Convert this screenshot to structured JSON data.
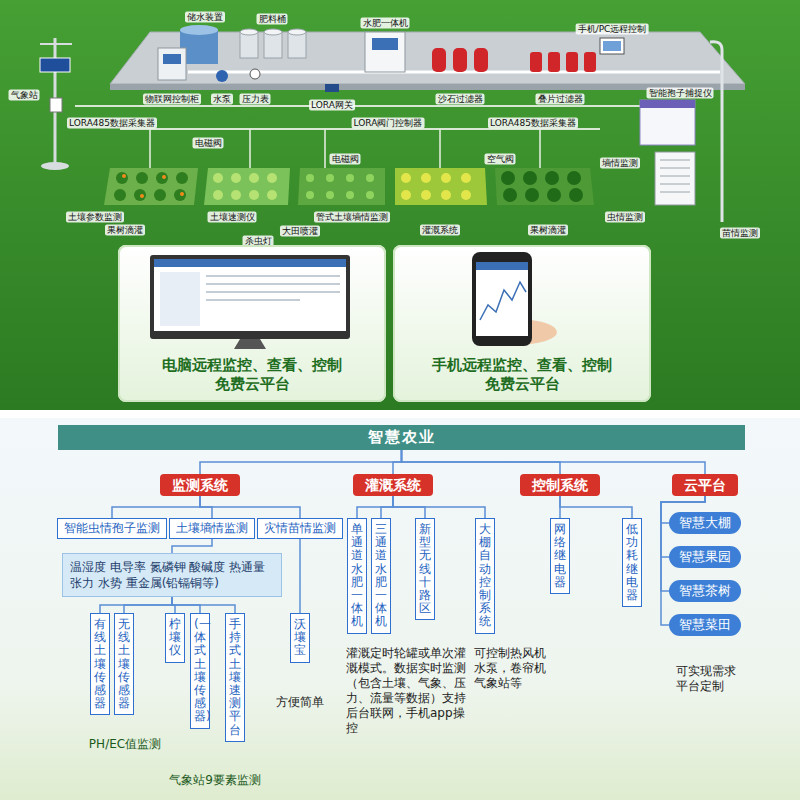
{
  "diagram": {
    "nodes": [
      {
        "text": [
          "电脑远程监控、查看、控制",
          "免费云平台"
        ]
      },
      {
        "text": [
          "手机远程监控、查看、控制",
          "免费云平台"
        ]
      },
      {
        "text": [
          "智慧农业"
        ]
      },
      {
        "text": [
          "监测系统"
        ]
      },
      {
        "text": [
          "灌溉系统"
        ]
      },
      {
        "text": [
          "控制系统"
        ]
      },
      {
        "text": [
          "云平台"
        ]
      },
      {
        "text": [
          "智能虫情孢子监测"
        ]
      },
      {
        "text": [
          "土壤墒情监测"
        ]
      },
      {
        "text": [
          "灾情苗情监测"
        ]
      },
      {
        "text": [
          "单通道水肥一体机"
        ]
      },
      {
        "text": [
          "三通道水肥一体机"
        ]
      },
      {
        "text": [
          "新型无线十路区"
        ]
      },
      {
        "text": [
          "大棚自动控制系统"
        ]
      },
      {
        "text": [
          "网络继电器"
        ]
      },
      {
        "text": [
          "低功耗继电器"
        ]
      },
      {
        "text": [
          "智慧大棚"
        ]
      },
      {
        "text": [
          "智慧果园"
        ]
      },
      {
        "text": [
          "智慧茶树"
        ]
      },
      {
        "text": [
          "智慧菜田"
        ]
      },
      {
        "text": [
          "温湿度 电导率 氮磷钾 酸碱度 热通量 张力 水势 重金属(铅镉铜等)"
        ]
      },
      {
        "text": [
          "有线土壤传感器"
        ]
      },
      {
        "text": [
          "无线土壤传感器"
        ]
      },
      {
        "text": [
          "柠壤仪"
        ]
      },
      {
        "text": [
          "(一体式土壤传感器)"
        ]
      },
      {
        "text": [
          "手持式土壤速测平台"
        ]
      },
      {
        "text": [
          "沃壤宝"
        ]
      }
    ],
    "edges": [
      {
        "from": 2,
        "to": 3,
        "arrow": "none"
      },
      {
        "from": 2,
        "to": 4,
        "arrow": "none"
      },
      {
        "from": 2,
        "to": 5,
        "arrow": "none"
      },
      {
        "from": 2,
        "to": 6,
        "arrow": "none"
      },
      {
        "from": 3,
        "to": 7,
        "arrow": "none"
      },
      {
        "from": 3,
        "to": 8,
        "arrow": "none"
      },
      {
        "from": 3,
        "to": 9,
        "arrow": "none"
      },
      {
        "from": 4,
        "to": 10,
        "arrow": "none"
      },
      {
        "from": 4,
        "to": 11,
        "arrow": "none"
      },
      {
        "from": 4,
        "to": 12,
        "arrow": "none"
      },
      {
        "from": 4,
        "to": 13,
        "arrow": "none"
      },
      {
        "from": 5,
        "to": 14,
        "arrow": "none"
      },
      {
        "from": 5,
        "to": 15,
        "arrow": "none"
      },
      {
        "from": 6,
        "to": 16,
        "arrow": "none"
      },
      {
        "from": 6,
        "to": 17,
        "arrow": "none"
      },
      {
        "from": 6,
        "to": 18,
        "arrow": "none"
      },
      {
        "from": 6,
        "to": 19,
        "arrow": "none"
      },
      {
        "from": 8,
        "to": 20,
        "arrow": "none"
      },
      {
        "from": 20,
        "to": 21,
        "arrow": "none"
      },
      {
        "from": 20,
        "to": 22,
        "arrow": "none"
      },
      {
        "from": 20,
        "to": 23,
        "arrow": "none"
      },
      {
        "from": 20,
        "to": 24,
        "arrow": "none"
      },
      {
        "from": 20,
        "to": 25,
        "arrow": "none"
      },
      {
        "from": 9,
        "to": 26,
        "arrow": "none"
      }
    ],
    "labels": [
      "储水装置",
      "肥料桶",
      "水肥一体机",
      "手机/PC远程控制",
      "气象站",
      "物联网控制柜",
      "水泵",
      "压力表",
      "LORA网关",
      "沙石过滤器",
      "叠片过滤器",
      "智能孢子捕捉仪",
      "LORA485数据采集器",
      "LORA阀门控制器",
      "LORA485数据采集器",
      "电磁阀",
      "电磁阀",
      "空气阀",
      "墒情监测",
      "土壤参数监测",
      "土壤速测仪",
      "管式土壤墒情监测",
      "虫情监测",
      "果树滴灌",
      "大田喷灌",
      "杀虫灯",
      "灌溉系统",
      "果树滴灌",
      "苗情监测",
      "PH/EC值监测",
      "方便简单",
      "气象站9要素监测",
      "灌溉定时轮罐或单次灌溉模式。数据实时监测（包含土壤、气象、压力、流量等数据）支持后台联网，手机app操控",
      "可控制热风机水泵，卷帘机气象站等",
      "可实现需求平台定制"
    ]
  }
}
